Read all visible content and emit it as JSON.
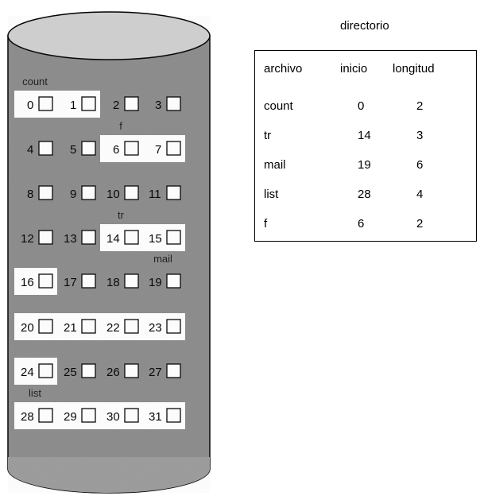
{
  "disk": {
    "blocks": [
      "0",
      "1",
      "2",
      "3",
      "4",
      "5",
      "6",
      "7",
      "8",
      "9",
      "10",
      "11",
      "12",
      "13",
      "14",
      "15",
      "16",
      "17",
      "18",
      "19",
      "20",
      "21",
      "22",
      "23",
      "24",
      "25",
      "26",
      "27",
      "28",
      "29",
      "30",
      "31"
    ],
    "file_labels": [
      {
        "name": "count",
        "block": 0
      },
      {
        "name": "tr",
        "block": 14
      },
      {
        "name": "mail",
        "block": 19
      },
      {
        "name": "list",
        "block": 28
      },
      {
        "name": "f",
        "block": 6
      }
    ]
  },
  "directory": {
    "title": "directorio",
    "headers": [
      "archivo",
      "inicio",
      "longitud"
    ],
    "rows": [
      [
        "count",
        "0",
        "2"
      ],
      [
        "tr",
        "14",
        "3"
      ],
      [
        "mail",
        "19",
        "6"
      ],
      [
        "list",
        "28",
        "4"
      ],
      [
        "f",
        "6",
        "2"
      ]
    ]
  }
}
